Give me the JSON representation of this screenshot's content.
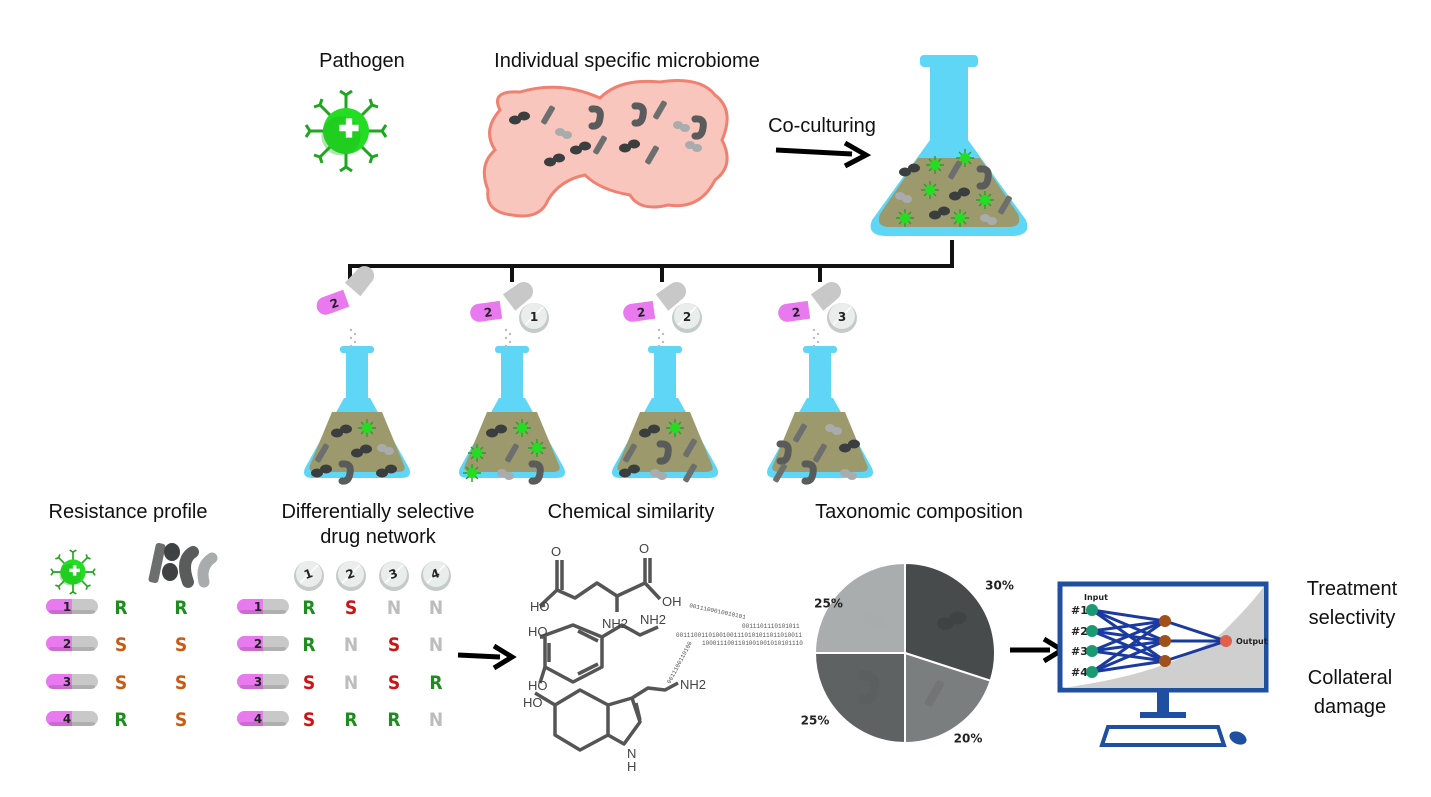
{
  "labels": {
    "pathogen": "Pathogen",
    "microbiome": "Individual specific microbiome",
    "coculturing": "Co-culturing",
    "resistance_profile": "Resistance profile",
    "drug_network_line1": "Differentially selective",
    "drug_network_line2": "drug network",
    "chemical_similarity": "Chemical similarity",
    "taxonomic_composition": "Taxonomic composition",
    "treatment_line1": "Treatment",
    "treatment_line2": "selectivity",
    "collateral_line1": "Collateral",
    "collateral_line2": "damage"
  },
  "flask_pills": [
    "",
    "1",
    "2",
    "3"
  ],
  "capsule_label": "2",
  "resistance_profile": {
    "rows": [
      {
        "drug": "1",
        "pathogen": "R",
        "microbiome": "R"
      },
      {
        "drug": "2",
        "pathogen": "S",
        "microbiome": "S"
      },
      {
        "drug": "3",
        "pathogen": "S",
        "microbiome": "S"
      },
      {
        "drug": "4",
        "pathogen": "R",
        "microbiome": "S"
      }
    ]
  },
  "drug_network": {
    "columns": [
      "1",
      "2",
      "3",
      "4"
    ],
    "rows": [
      {
        "drug": "1",
        "values": [
          "R",
          "S",
          "N",
          "N"
        ]
      },
      {
        "drug": "2",
        "values": [
          "R",
          "N",
          "S",
          "N"
        ]
      },
      {
        "drug": "3",
        "values": [
          "S",
          "N",
          "S",
          "R"
        ]
      },
      {
        "drug": "4",
        "values": [
          "S",
          "R",
          "R",
          "N"
        ]
      }
    ]
  },
  "chemistry": {
    "labels": [
      "HO",
      "O",
      "O",
      "OH",
      "NH2",
      "HO",
      "HO",
      "NH2",
      "HO",
      "NH2",
      "N",
      "H"
    ],
    "binary": [
      "0011100010010101",
      "0011101110101011",
      "00111001101001001110101011011010011",
      "1000111001101001001010101110",
      "0011100110100",
      "00111001101001"
    ]
  },
  "taxonomy_pie": {
    "slices": [
      {
        "label": "30%",
        "value": 30,
        "color": "#474b4b"
      },
      {
        "label": "20%",
        "value": 20,
        "color": "#7b7e7e"
      },
      {
        "label": "25%",
        "value": 25,
        "color": "#5f6262"
      },
      {
        "label": "25%",
        "value": 25,
        "color": "#aaadad"
      }
    ]
  },
  "network": {
    "input_label": "Input",
    "inputs": [
      "#1",
      "#2",
      "#3",
      "#4"
    ],
    "output_label": "Output"
  },
  "colors": {
    "resistant": "#1e8c1e",
    "sensitive_profile": "#c85a14",
    "sensitive_network": "#cc1414",
    "neutral": "#bdbdbd",
    "pathogen_green": "#22dd22",
    "flask_blue": "#5fd6f5",
    "culture_olive": "#9c9a6c",
    "capsule_pink": "#e879ee",
    "monitor_blue": "#1e4fa0"
  }
}
